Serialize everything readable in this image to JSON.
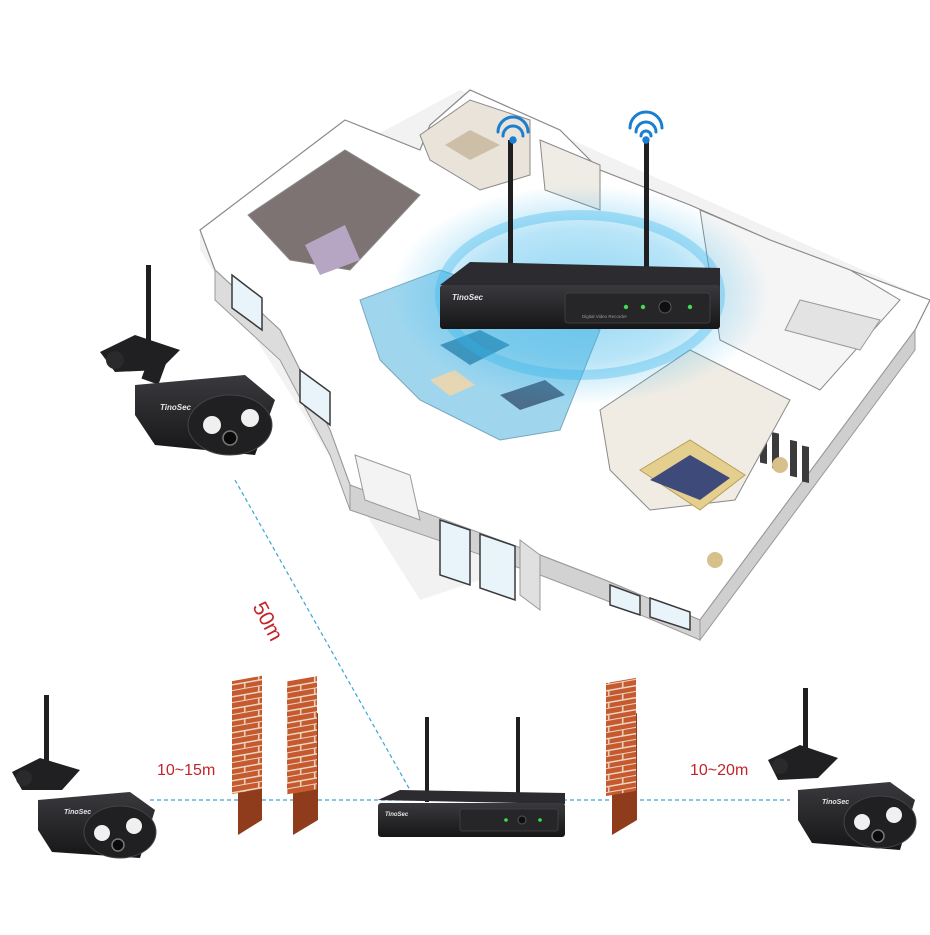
{
  "brand": {
    "logo_text": "TinoSec",
    "nvr_caption": "Digital Video Recorder"
  },
  "distances": {
    "diagonal": "50m",
    "left": "10~15m",
    "right": "10~20m"
  },
  "icons": {
    "wifi": "wifi-icon",
    "camera": "bullet-camera-icon",
    "nvr": "nvr-recorder-icon",
    "wall": "brick-wall-icon"
  },
  "colors": {
    "distance_text": "#c0262b",
    "link_line": "#3aa5d8",
    "wifi_signal": "#1b7fd1",
    "wifi_zone": "#35b4ea",
    "device_body": "#1f1f21",
    "brick": "#c65a2e"
  }
}
